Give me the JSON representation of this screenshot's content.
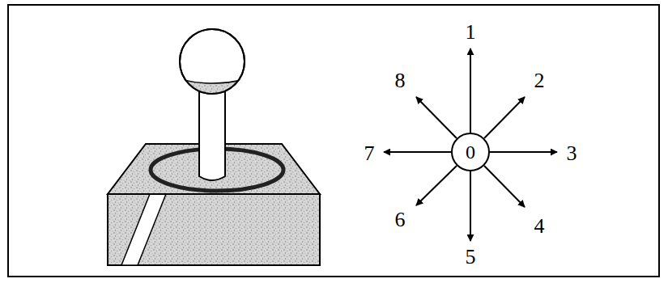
{
  "diagram": {
    "nodes": [
      {
        "text": [
          "0"
        ]
      }
    ],
    "labels": [
      "1",
      "2",
      "3",
      "4",
      "5",
      "6",
      "7",
      "8"
    ]
  }
}
